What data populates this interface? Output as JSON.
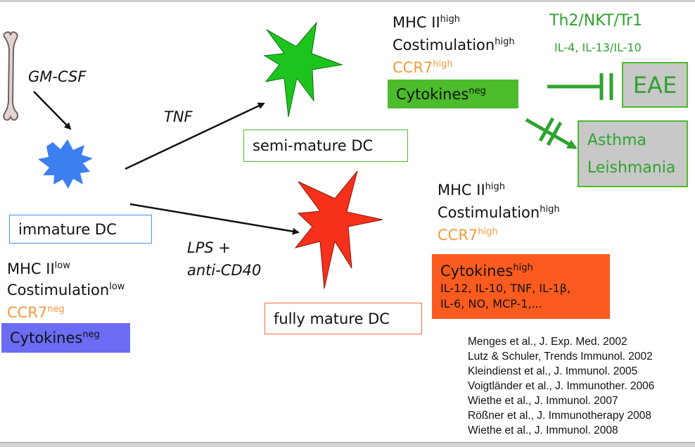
{
  "stimuli": {
    "gmcsf": "GM-CSF",
    "tnf": "TNF",
    "lps_line1": "LPS +",
    "lps_line2": "anti-CD40"
  },
  "immature": {
    "label": "immature DC",
    "mhc": "MHC II",
    "mhc_sup": "low",
    "costim": "Costimulation",
    "costim_sup": "low",
    "ccr7": "CCR7",
    "ccr7_sup": "neg",
    "cyto": "Cytokines",
    "cyto_sup": "neg"
  },
  "semi": {
    "label": "semi-mature DC",
    "mhc": "MHC II",
    "mhc_sup": "high",
    "costim": "Costimulation",
    "costim_sup": "high",
    "ccr7": "CCR7",
    "ccr7_sup": "high",
    "cyto": "Cytokines",
    "cyto_sup": "neg"
  },
  "mature": {
    "label": "fully mature DC",
    "mhc": "MHC II",
    "mhc_sup": "high",
    "costim": "Costimulation",
    "costim_sup": "high",
    "ccr7": "CCR7",
    "ccr7_sup": "high",
    "cyto": "Cytokines",
    "cyto_sup": "high",
    "cyto_list1": "IL-12, IL-10, TNF, IL-1β,",
    "cyto_list2": "IL-6, NO, MCP-1,..."
  },
  "outcomes": {
    "th": "Th2/NKT/Tr1",
    "il": "IL-4, IL-13/IL-10",
    "eae": "EAE",
    "asthma": "Asthma",
    "leish": "Leishmania"
  },
  "references": [
    "Menges et al., J. Exp. Med. 2002",
    "Lutz & Schuler, Trends Immunol. 2002",
    "Kleindienst et al., J. Immunol. 2005",
    "Voigtländer et al., J. Immunother. 2006",
    "Wiethe et al., J. Immunol. 2007",
    "Rößner et al., J. Immunotherapy 2008",
    "Wiethe et al., J. Immunol. 2008"
  ],
  "colors": {
    "immature_cell": "#3d7ff0",
    "semi_cell": "#1ec41e",
    "mature_cell": "#f5301b",
    "immature_cyto_box": "#6a6cf4",
    "semi_cyto_box": "#4cbb2c",
    "mature_cyto_box": "#fb5b1e",
    "outcome_box": "#c8c8c8",
    "green_text": "#2ea32e",
    "ccr7_text": "#f39a3a"
  }
}
